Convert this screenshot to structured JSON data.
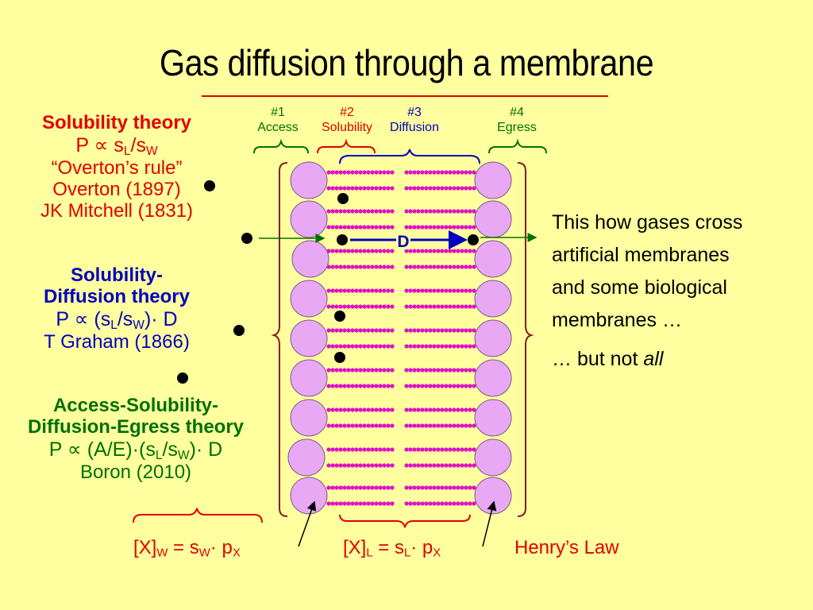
{
  "title": "Gas diffusion through a membrane",
  "theories": [
    {
      "name": "Solubility theory",
      "formula_prefix": "P ∝ s",
      "formula_sub1": "L",
      "formula_mid": "/s",
      "formula_sub2": "W",
      "rule": "“Overton’s rule”",
      "refs": [
        "Overton (1897)",
        "JK Mitchell (1831)"
      ],
      "color": "#e00000"
    },
    {
      "name_line1": "Solubility-",
      "name_line2": "Diffusion theory",
      "formula_prefix": "P ∝ (s",
      "formula_sub1": "L",
      "formula_mid": "/s",
      "formula_sub2": "W",
      "formula_suffix": ")· D",
      "refs": [
        "T Graham (1866)"
      ],
      "color": "#0000c0"
    },
    {
      "name_line1": "Access-Solubility-",
      "name_line2": "Diffusion-Egress theory",
      "formula_prefix": "P ∝ (A/E)·(s",
      "formula_sub1": "L",
      "formula_mid": "/s",
      "formula_sub2": "W",
      "formula_suffix": ")· D",
      "refs": [
        "Boron (2010)"
      ],
      "color": "#007000"
    }
  ],
  "steps": [
    {
      "num": "#1",
      "label": "Access",
      "color": "#007000"
    },
    {
      "num": "#2",
      "label": "Solubility",
      "color": "#e00000"
    },
    {
      "num": "#3",
      "label": "Diffusion",
      "color": "#0000c0"
    },
    {
      "num": "#4",
      "label": "Egress",
      "color": "#007000"
    }
  ],
  "diffusion_label": "D",
  "right_text": {
    "line1": "This how gases cross",
    "line2": "artificial  membranes",
    "line3": "and some biological",
    "line4": "membranes …",
    "line5_prefix": "… but not ",
    "line5_em": "all"
  },
  "equations": {
    "water": {
      "a": "[X]",
      "a_sub": "W",
      "b": " = s",
      "b_sub": "W",
      "c": "· p",
      "c_sub": "X"
    },
    "lipid": {
      "a": "[X]",
      "a_sub": "L",
      "b": " = s",
      "b_sub": "L",
      "c": "· p",
      "c_sub": "X"
    },
    "henry": "Henry’s Law"
  },
  "colors": {
    "background": "#ffff9f",
    "headgroup_fill": "#e8a8f4",
    "tail_color": "#e010c8",
    "red": "#e00000",
    "blue": "#0000c0",
    "green": "#007000"
  }
}
